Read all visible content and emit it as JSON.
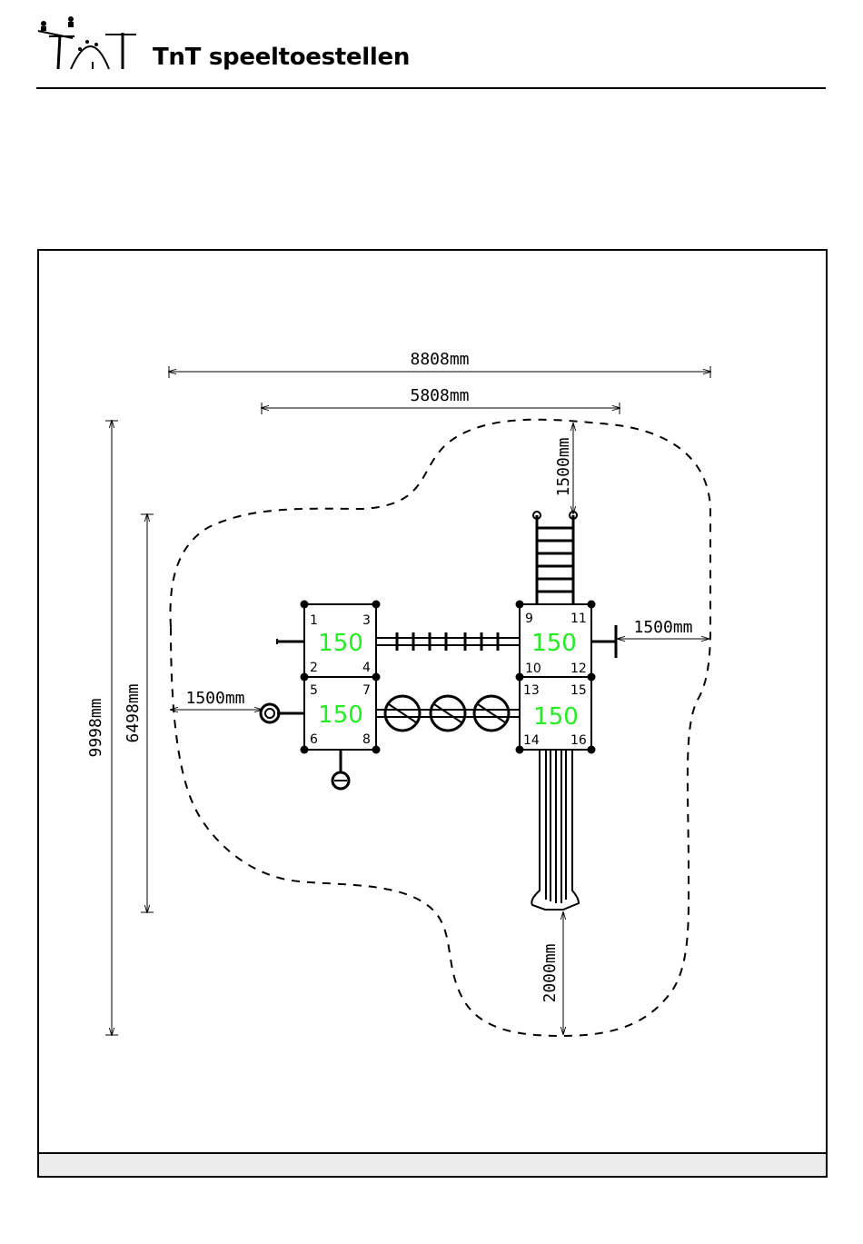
{
  "brand": {
    "logo_text": "TnT",
    "name": "TnT speeltoestellen"
  },
  "dimensions": {
    "overall_width": "8808mm",
    "structure_width": "5808mm",
    "overall_length": "9998mm",
    "structure_length": "6498mm",
    "top_clearance": "1500mm",
    "right_clearance": "1500mm",
    "left_clearance": "1500mm",
    "slide_clearance": "2000mm"
  },
  "posts": [
    "1",
    "2",
    "3",
    "4",
    "5",
    "6",
    "7",
    "8",
    "9",
    "10",
    "11",
    "12",
    "13",
    "14",
    "15",
    "16"
  ],
  "platform_heights": {
    "top_left": "150",
    "bottom_left": "150",
    "top_right": "150",
    "bottom_right": "150"
  },
  "colors": {
    "platform_height": "#22ee22",
    "lines": "#000000"
  }
}
